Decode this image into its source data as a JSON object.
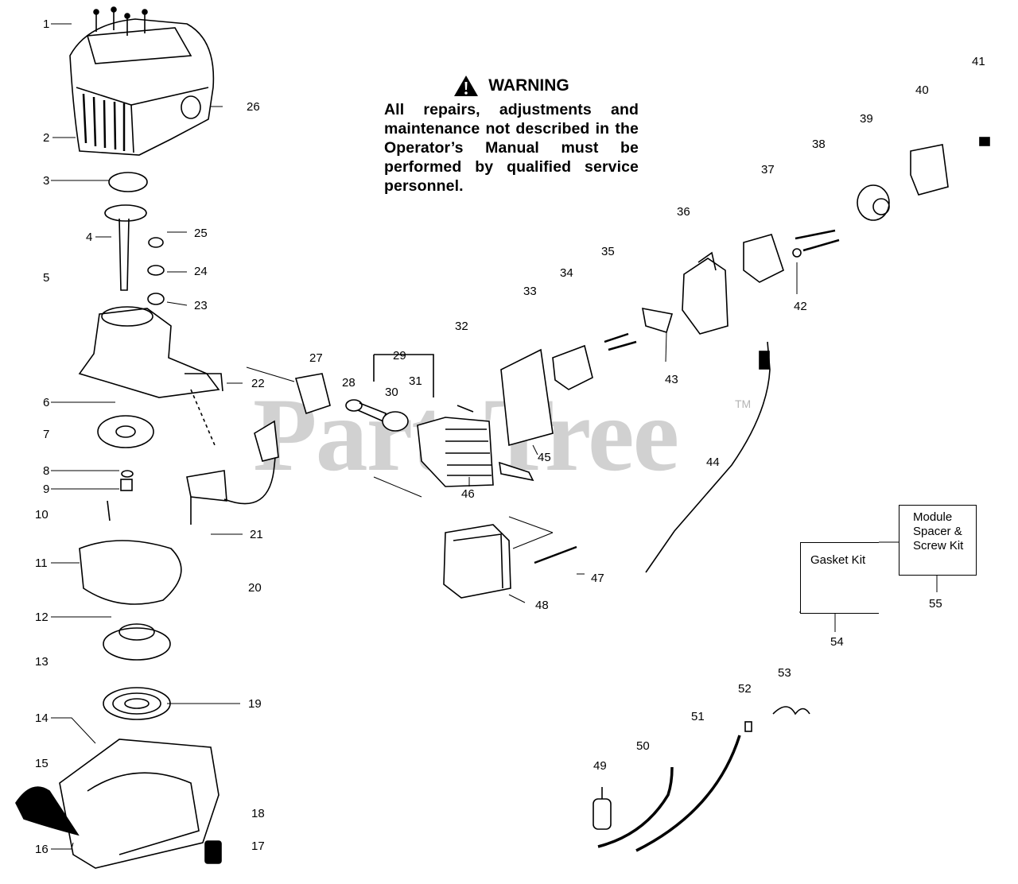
{
  "warning": {
    "title": "WARNING",
    "body": "All repairs, adjustments and maintenance not described in the Operator’s Manual must be performed by qualified service personnel."
  },
  "kits": {
    "gasket": "Gasket Kit",
    "module": "Module Spacer & Screw Kit"
  },
  "watermark": "PartsTree",
  "trademark": "TM",
  "callouts": [
    "1",
    "2",
    "3",
    "4",
    "5",
    "6",
    "7",
    "8",
    "9",
    "10",
    "11",
    "12",
    "13",
    "14",
    "15",
    "16",
    "17",
    "18",
    "19",
    "20",
    "21",
    "22",
    "23",
    "24",
    "25",
    "26",
    "27",
    "28",
    "29",
    "30",
    "31",
    "32",
    "33",
    "34",
    "35",
    "36",
    "37",
    "38",
    "39",
    "40",
    "41",
    "42",
    "43",
    "44",
    "45",
    "46",
    "47",
    "48",
    "49",
    "50",
    "51",
    "52",
    "53",
    "54",
    "55"
  ]
}
